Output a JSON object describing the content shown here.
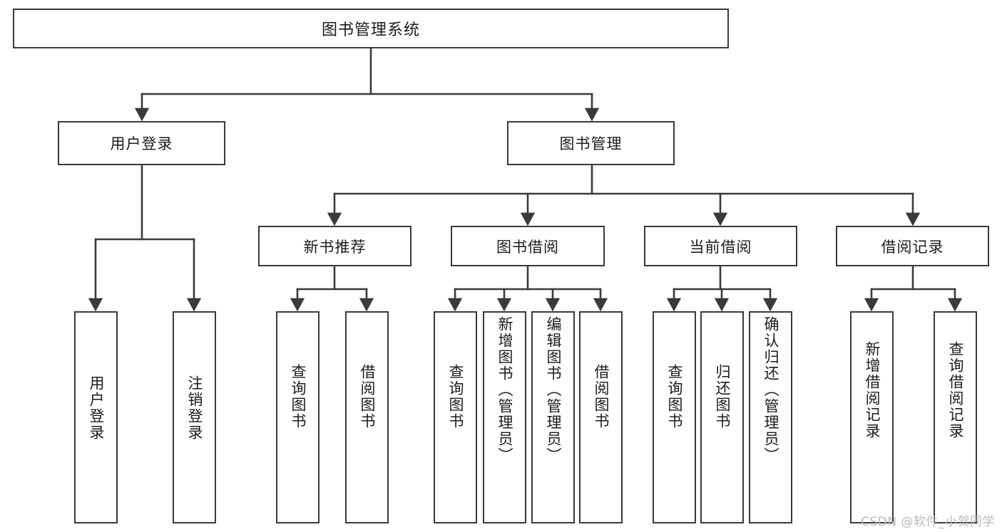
{
  "diagram": {
    "title": "图书管理系统",
    "watermark": "CSDN @软件_小贺同学",
    "levels": {
      "root": {
        "label": "图书管理系统"
      },
      "level2": [
        {
          "id": "user-login",
          "label": "用户登录"
        },
        {
          "id": "book-manage",
          "label": "图书管理"
        }
      ],
      "level3": [
        {
          "id": "new-book-recommend",
          "label": "新书推荐"
        },
        {
          "id": "book-borrow",
          "label": "图书借阅"
        },
        {
          "id": "current-borrow",
          "label": "当前借阅"
        },
        {
          "id": "borrow-record",
          "label": "借阅记录"
        }
      ],
      "leaves": {
        "user_login": [
          {
            "id": "leaf-user-login",
            "label": "用户登录"
          },
          {
            "id": "leaf-logout-login",
            "label": "注销登录"
          }
        ],
        "new_book_recommend": [
          {
            "id": "leaf-query-book-1",
            "label": "查询图书"
          },
          {
            "id": "leaf-borrow-book-1",
            "label": "借阅图书"
          }
        ],
        "book_borrow": [
          {
            "id": "leaf-query-book-2",
            "label": "查询图书"
          },
          {
            "id": "leaf-add-book",
            "label": "新增图书（管理员）"
          },
          {
            "id": "leaf-edit-book",
            "label": "编辑图书（管理员）"
          },
          {
            "id": "leaf-borrow-book-2",
            "label": "借阅图书"
          }
        ],
        "current_borrow": [
          {
            "id": "leaf-query-book-3",
            "label": "查询图书"
          },
          {
            "id": "leaf-return-book",
            "label": "归还图书"
          },
          {
            "id": "leaf-confirm-return",
            "label": "确认归还（管理员）"
          }
        ],
        "borrow_record": [
          {
            "id": "leaf-add-borrow-record",
            "label": "新增借阅记录"
          },
          {
            "id": "leaf-query-borrow-record",
            "label": "查询借阅记录"
          }
        ]
      }
    },
    "colors": {
      "box_border": "#3a3a3a",
      "box_fill": "#ffffff",
      "edge": "#3a3a3a",
      "text": "#1c1c1c",
      "watermark": "#b9b9b9"
    }
  }
}
